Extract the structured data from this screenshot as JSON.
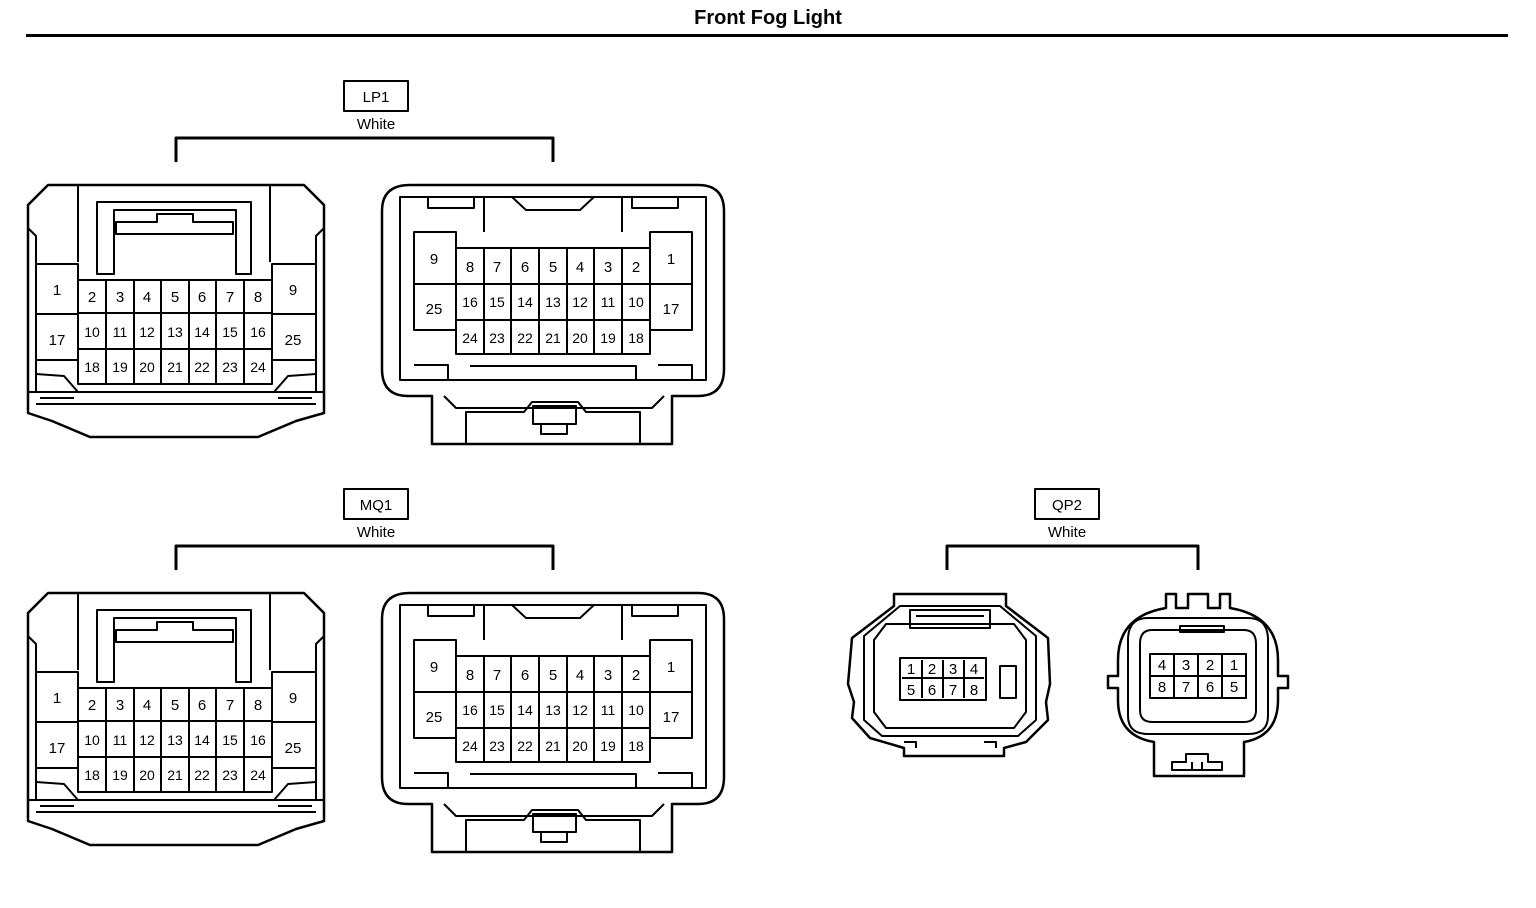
{
  "title": "Front Fog Light",
  "connectors": [
    {
      "id": "LP1",
      "color": "White",
      "female_pins": {
        "left": [
          "1",
          "17"
        ],
        "right": [
          "9",
          "25"
        ],
        "rows": [
          [
            "2",
            "3",
            "4",
            "5",
            "6",
            "7",
            "8"
          ],
          [
            "10",
            "11",
            "12",
            "13",
            "14",
            "15",
            "16"
          ],
          [
            "18",
            "19",
            "20",
            "21",
            "22",
            "23",
            "24"
          ]
        ]
      },
      "male_pins": {
        "left": [
          "9",
          "25"
        ],
        "right": [
          "1",
          "17"
        ],
        "rows": [
          [
            "8",
            "7",
            "6",
            "5",
            "4",
            "3",
            "2"
          ],
          [
            "16",
            "15",
            "14",
            "13",
            "12",
            "11",
            "10"
          ],
          [
            "24",
            "23",
            "22",
            "21",
            "20",
            "19",
            "18"
          ]
        ]
      }
    },
    {
      "id": "MQ1",
      "color": "White",
      "female_pins": {
        "left": [
          "1",
          "17"
        ],
        "right": [
          "9",
          "25"
        ],
        "rows": [
          [
            "2",
            "3",
            "4",
            "5",
            "6",
            "7",
            "8"
          ],
          [
            "10",
            "11",
            "12",
            "13",
            "14",
            "15",
            "16"
          ],
          [
            "18",
            "19",
            "20",
            "21",
            "22",
            "23",
            "24"
          ]
        ]
      },
      "male_pins": {
        "left": [
          "9",
          "25"
        ],
        "right": [
          "1",
          "17"
        ],
        "rows": [
          [
            "8",
            "7",
            "6",
            "5",
            "4",
            "3",
            "2"
          ],
          [
            "16",
            "15",
            "14",
            "13",
            "12",
            "11",
            "10"
          ],
          [
            "24",
            "23",
            "22",
            "21",
            "20",
            "19",
            "18"
          ]
        ]
      }
    },
    {
      "id": "QP2",
      "color": "White",
      "female_pins": [
        [
          "1",
          "2",
          "3",
          "4"
        ],
        [
          "5",
          "6",
          "7",
          "8"
        ]
      ],
      "male_pins": [
        [
          "4",
          "3",
          "2",
          "1"
        ],
        [
          "8",
          "7",
          "6",
          "5"
        ]
      ]
    }
  ]
}
